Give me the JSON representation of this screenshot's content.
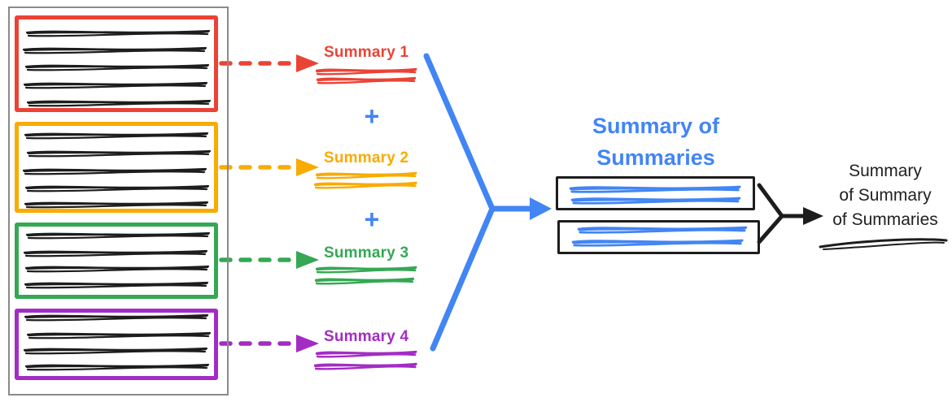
{
  "palette": {
    "red": "#EA4335",
    "orange": "#F9AB00",
    "green": "#34A853",
    "purple": "#A32CC4",
    "blue": "#4285F4",
    "ink": "#212121",
    "panel_border": "#8a8a8a"
  },
  "source_panel": {
    "documents": [
      {
        "border_color": "#EA4335",
        "text_scribble_lines": 5
      },
      {
        "border_color": "#F9AB00",
        "text_scribble_lines": 5
      },
      {
        "border_color": "#34A853",
        "text_scribble_lines": 4
      },
      {
        "border_color": "#A32CC4",
        "text_scribble_lines": 4
      }
    ]
  },
  "stage1": {
    "summaries": [
      {
        "label": "Summary 1",
        "color": "#EA4335"
      },
      {
        "label": "Summary 2",
        "color": "#F9AB00"
      },
      {
        "label": "Summary 3",
        "color": "#34A853"
      },
      {
        "label": "Summary 4",
        "color": "#A32CC4"
      }
    ],
    "plus": "+",
    "plus_color": "#4285F4"
  },
  "stage2": {
    "title": "Summary of\nSummaries",
    "title_color": "#4285F4",
    "merge_arrow_color": "#4285F4",
    "result_boxes": 2,
    "scribble_color": "#4285F4"
  },
  "stage3": {
    "label": "Summary\nof Summary\nof Summaries",
    "color": "#212121",
    "merge_arrow_color": "#1d1d1d"
  }
}
